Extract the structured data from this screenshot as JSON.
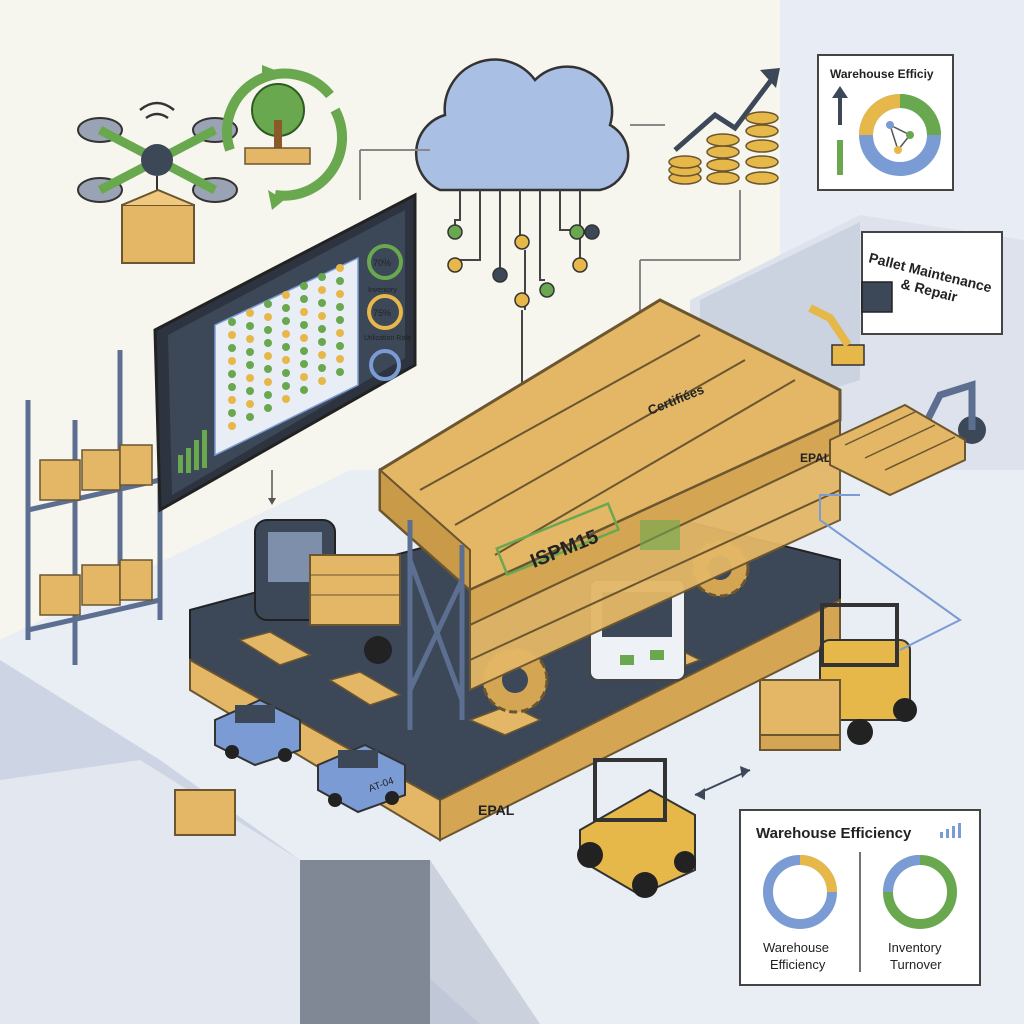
{
  "top_card": {
    "title": "Warehouse Efficiy"
  },
  "monitor": {
    "gauges": [
      {
        "value": "70%",
        "label": "Inventory"
      },
      {
        "value": "75%",
        "label": "Utilization Rate"
      },
      {
        "value": "",
        "label": ""
      }
    ]
  },
  "pallet": {
    "stamp_certified": "Certifiées",
    "stamp_ispm": "ISPM15",
    "stamp_epal": "EPAL"
  },
  "repair_bay": {
    "sign": "Pallet Maintenance & Repair",
    "sign_line1": "Pallet Maintenance",
    "sign_line2": "& Repair"
  },
  "agv": {
    "plate": "AT-04"
  },
  "bottom_card": {
    "title": "Warehouse Efficiency",
    "charts": [
      {
        "label_line1": "Warehouse",
        "label_line2": "Efficiency"
      },
      {
        "label_line1": "Inventory",
        "label_line2": "Turnover"
      }
    ]
  },
  "colors": {
    "wood": "#e3b766",
    "wood_dark": "#b98a3e",
    "steel": "#3c4858",
    "frame_blue": "#5d6f91",
    "accent_green": "#6aa84f",
    "accent_blue": "#7a9bd3",
    "accent_yellow": "#e6b84a",
    "cloud": "#a9bfe3",
    "floor": "#e9edf4",
    "wall": "#dfe4ef"
  },
  "icons": [
    "drone-icon",
    "recycle-tree-icon",
    "cloud-icon",
    "coins-growth-icon",
    "forklift-icon",
    "robot-arm-icon",
    "gear-icon",
    "agv-car-icon",
    "donut-chart-icon",
    "signal-bars-icon"
  ]
}
